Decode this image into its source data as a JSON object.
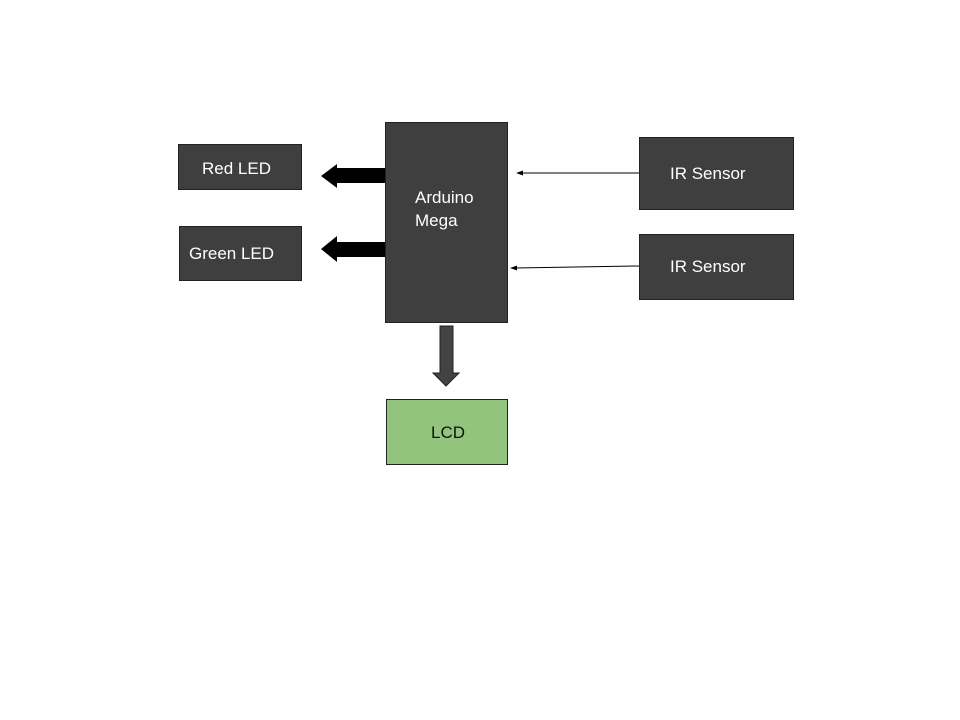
{
  "diagram": {
    "blocks": {
      "red_led": "Red LED",
      "green_led": "Green LED",
      "arduino_line1": "Arduino",
      "arduino_line2": "Mega",
      "ir_sensor_top": "IR Sensor",
      "ir_sensor_bottom": "IR Sensor",
      "lcd": "LCD"
    },
    "colors": {
      "block_fill": "#3f3f3f",
      "lcd_fill": "#93c47d",
      "thick_arrow": "#000000",
      "lcd_arrow": "#434343"
    },
    "connections": [
      {
        "from": "Arduino Mega",
        "to": "Red LED",
        "style": "thick"
      },
      {
        "from": "Arduino Mega",
        "to": "Green LED",
        "style": "thick"
      },
      {
        "from": "Arduino Mega",
        "to": "LCD",
        "style": "thick"
      },
      {
        "from": "IR Sensor",
        "to": "Arduino Mega",
        "style": "thin"
      },
      {
        "from": "IR Sensor",
        "to": "Arduino Mega",
        "style": "thin"
      }
    ]
  }
}
